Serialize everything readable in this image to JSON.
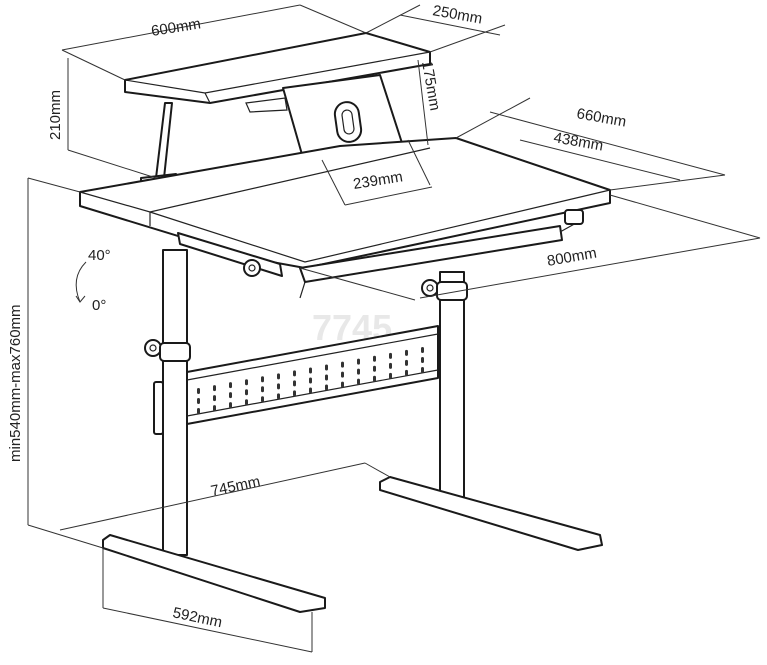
{
  "dimensions": {
    "top_shelf_width": "600mm",
    "top_shelf_depth": "250mm",
    "shelf_height": "210mm",
    "stand_height": "175mm",
    "desk_depth": "660mm",
    "main_panel_depth": "438mm",
    "stand_width": "239mm",
    "tilt_max": "40°",
    "tilt_min": "0°",
    "desk_width": "800mm",
    "height_range": "min540mm-max760mm",
    "frame_width": "745mm",
    "foot_depth": "592mm"
  },
  "watermark": "7745"
}
